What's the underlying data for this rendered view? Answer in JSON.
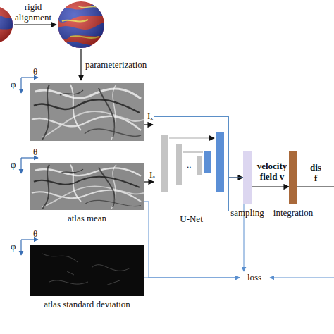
{
  "diagram": {
    "nodes": [
      {
        "text": [
          "U-Net"
        ]
      },
      {
        "text": [
          "atlas mean"
        ]
      },
      {
        "text": [
          "atlas standard deviation"
        ]
      },
      {
        "text": [
          "sampling"
        ]
      },
      {
        "text": [
          "integration"
        ]
      },
      {
        "text": [
          "loss"
        ]
      }
    ],
    "edges": [
      {
        "from": 0,
        "to": 3,
        "arrow": "to"
      },
      {
        "from": 3,
        "to": 4,
        "arrow": "to",
        "label": "velocity field v"
      },
      {
        "from": 1,
        "to": 0,
        "arrow": "to",
        "label": "Iₐ"
      },
      {
        "from": 1,
        "to": 5,
        "arrow": "to"
      },
      {
        "from": 2,
        "to": 5,
        "arrow": "to"
      },
      {
        "from": 0,
        "to": 5,
        "arrow": "to"
      }
    ],
    "labels": [
      "rigid alignment",
      "parameterization",
      "θ",
      "φ",
      "θ",
      "φ",
      "θ",
      "φ",
      "Iₓ",
      "..",
      "dis",
      "f"
    ]
  }
}
